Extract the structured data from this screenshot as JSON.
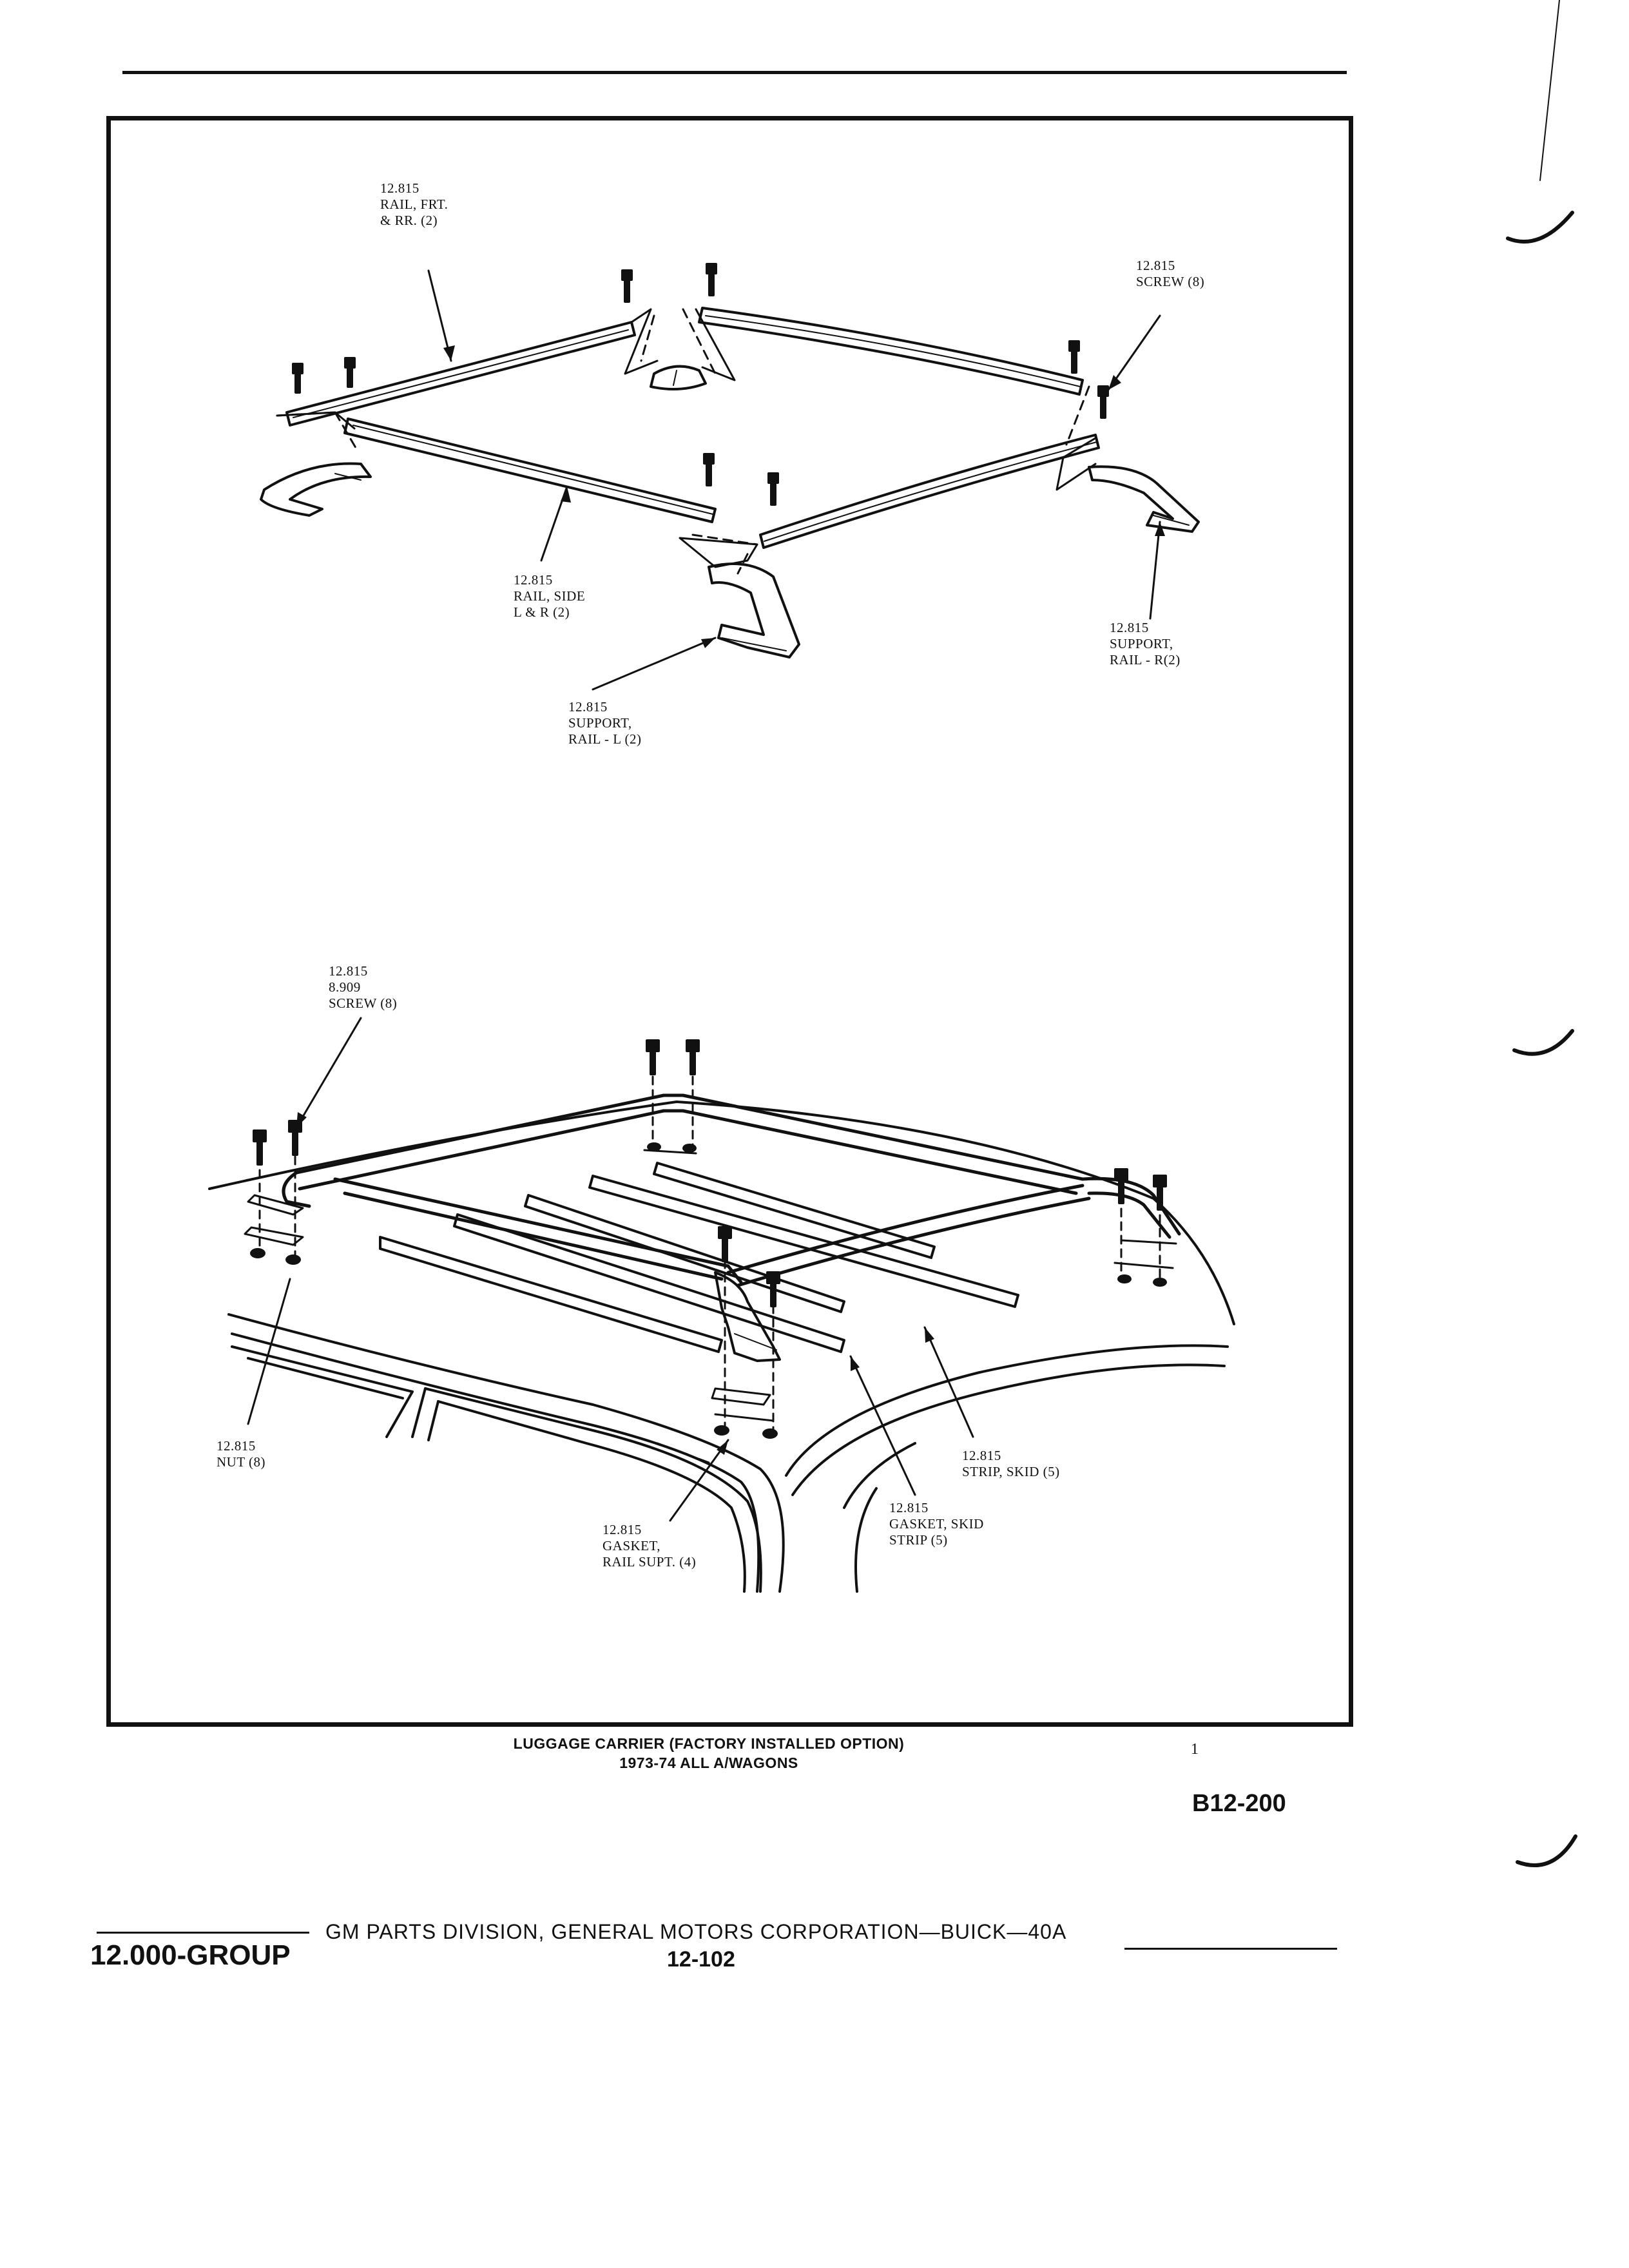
{
  "callouts": {
    "rail_front_rear": "12.815\nRAIL, FRT.\n& RR. (2)",
    "screw_top": "12.815\nSCREW (8)",
    "rail_side": "12.815\nRAIL, SIDE\nL & R (2)",
    "support_rail_r": "12.815\nSUPPORT,\nRAIL - R(2)",
    "support_rail_l": "12.815\nSUPPORT,\nRAIL - L (2)",
    "screw_lower": "12.815\n8.909\nSCREW (8)",
    "nut": "12.815\nNUT (8)",
    "strip_skid": "12.815\nSTRIP, SKID (5)",
    "gasket_skid_strip": "12.815\nGASKET, SKID\nSTRIP (5)",
    "gasket_rail_supt": "12.815\nGASKET,\nRAIL SUPT. (4)"
  },
  "caption": {
    "line1": "LUGGAGE CARRIER (FACTORY INSTALLED OPTION)",
    "line2": "1973-74 ALL A/WAGONS",
    "page_mark": "1"
  },
  "figure_code": "B12-200",
  "footer": {
    "group": "12.000-GROUP",
    "publisher": "GM PARTS DIVISION, GENERAL MOTORS CORPORATION—BUICK—40A",
    "page_number": "12-102"
  }
}
